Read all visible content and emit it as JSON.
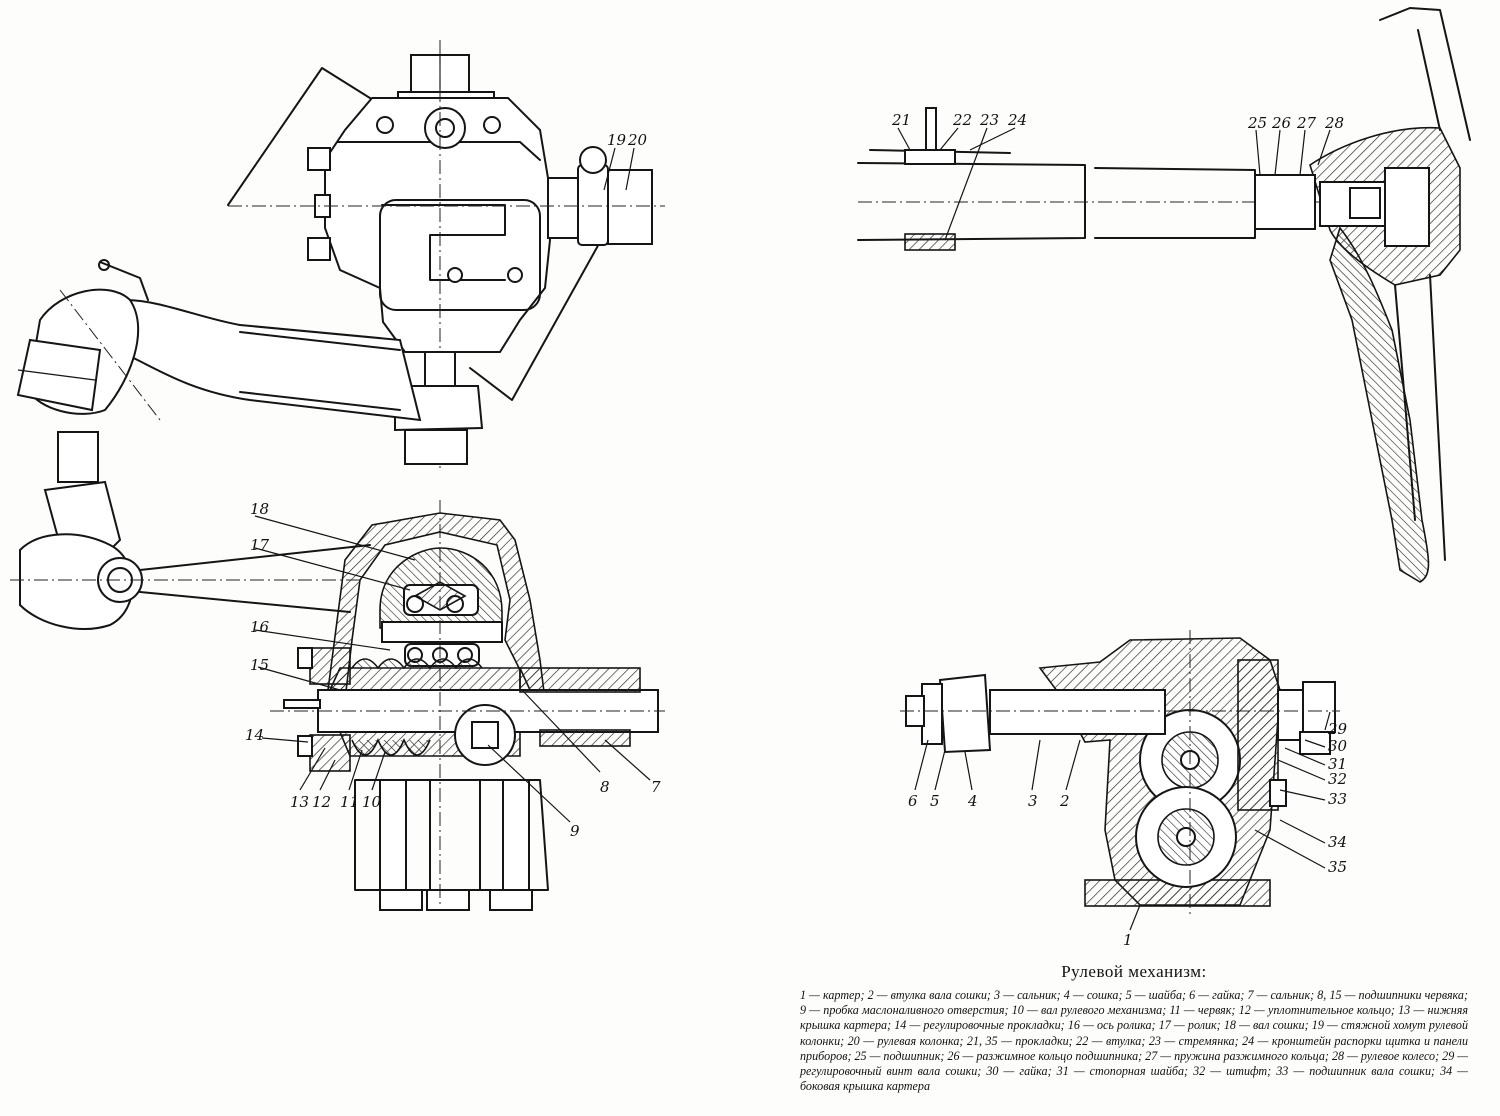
{
  "caption": {
    "title": "Рулевой механизм:",
    "body": "1 — картер; 2 — втулка вала сошки; 3 — сальник; 4 — сошка; 5 — шайба; 6 — гайка; 7 — сальник; 8, 15 — подшипники червяка; 9 — пробка маслоналивного отверстия; 10 — вал рулевого механизма; 11 — червяк; 12 — уплотнительное кольцо; 13 — нижняя крышка картера; 14 — регулировочные прокладки; 16 — ось ролика; 17 — ролик; 18 — вал сошки; 19 — стяжной хомут рулевой колонки; 20 — рулевая колонка; 21, 35 — прокладки; 22 — втулка; 23 — стремянка; 24 — кронштейн распорки щитка и панели приборов; 25 — подшипник; 26 — разжимное кольцо подшипника; 27 — пружина разжимного кольца; 28 — рулевое колесо; 29 — регулировочный винт вала сошки; 30 — гайка; 31 — стопорная шайба; 32 — штифт; 33 — подшипник вала сошки; 34 — боковая крышка картера"
  },
  "callouts": {
    "top_view": [
      "19",
      "20"
    ],
    "section_view": [
      "18",
      "17",
      "16",
      "15",
      "14",
      "13",
      "12",
      "11",
      "10",
      "9",
      "8",
      "7"
    ],
    "column_view": [
      "21",
      "22",
      "23",
      "24",
      "25",
      "26",
      "27",
      "28"
    ],
    "side_section": [
      "6",
      "5",
      "4",
      "3",
      "2",
      "1",
      "29",
      "30",
      "31",
      "32",
      "33",
      "34",
      "35"
    ]
  }
}
